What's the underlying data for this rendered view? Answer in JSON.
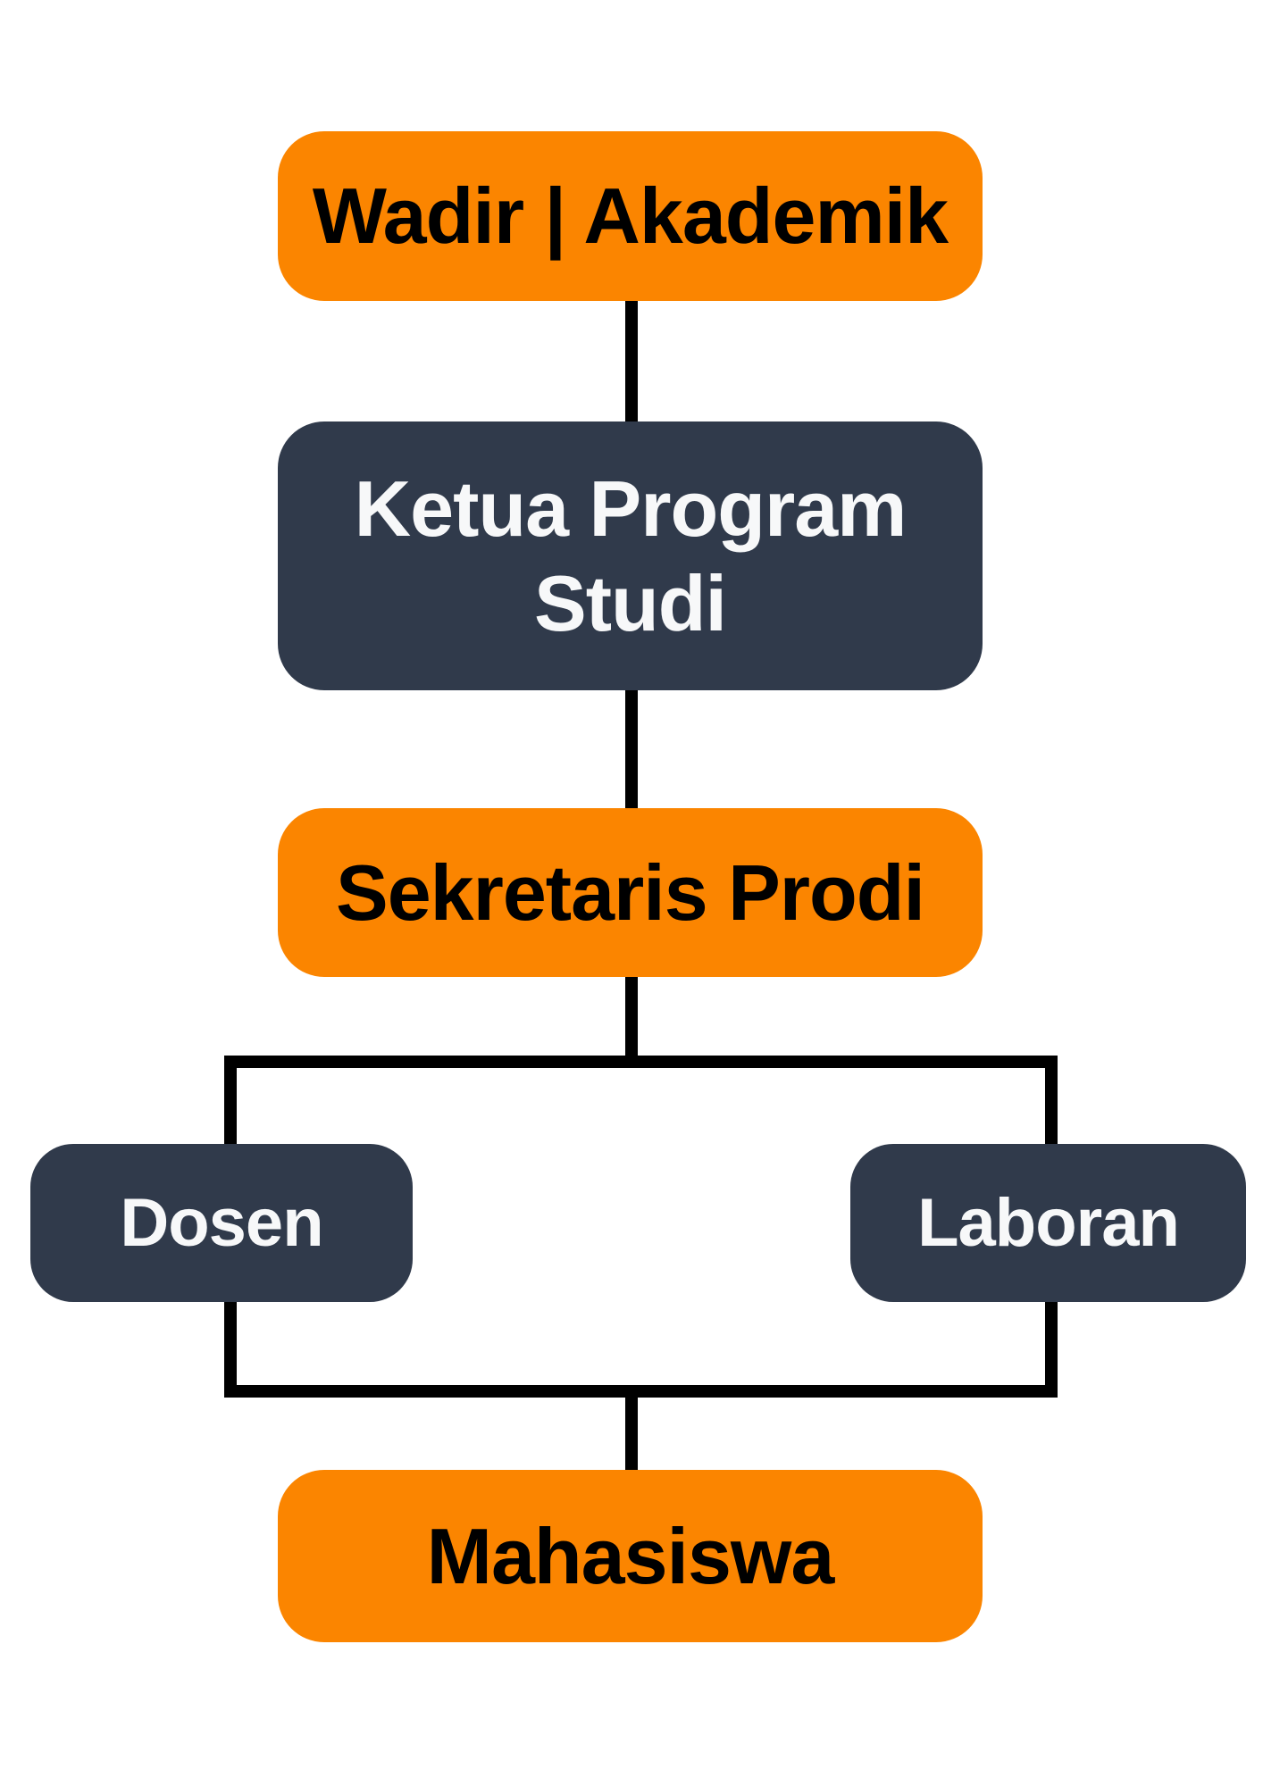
{
  "diagram": {
    "type": "org-chart-flowchart",
    "nodes": [
      {
        "id": "wadir",
        "label": "Wadir | Akademik",
        "variant": "orange",
        "level": 1
      },
      {
        "id": "ketua",
        "label": "Ketua Program Studi",
        "variant": "dark",
        "level": 2
      },
      {
        "id": "sekretaris",
        "label": "Sekretaris Prodi",
        "variant": "orange",
        "level": 3
      },
      {
        "id": "dosen",
        "label": "Dosen",
        "variant": "dark",
        "level": 4
      },
      {
        "id": "laboran",
        "label": "Laboran",
        "variant": "dark",
        "level": 4
      },
      {
        "id": "mahasiswa",
        "label": "Mahasiswa",
        "variant": "orange",
        "level": 5
      }
    ],
    "edges": [
      {
        "from": "wadir",
        "to": "ketua"
      },
      {
        "from": "ketua",
        "to": "sekretaris"
      },
      {
        "from": "sekretaris",
        "to": "dosen"
      },
      {
        "from": "sekretaris",
        "to": "laboran"
      },
      {
        "from": "dosen",
        "to": "mahasiswa"
      },
      {
        "from": "laboran",
        "to": "mahasiswa"
      }
    ],
    "colors": {
      "orange": "#FB8500",
      "dark": "#303A4B",
      "line": "#000000",
      "text_on_orange": "#000000",
      "text_on_dark": "#F7F8F9",
      "background": "#FFFFFF"
    }
  }
}
